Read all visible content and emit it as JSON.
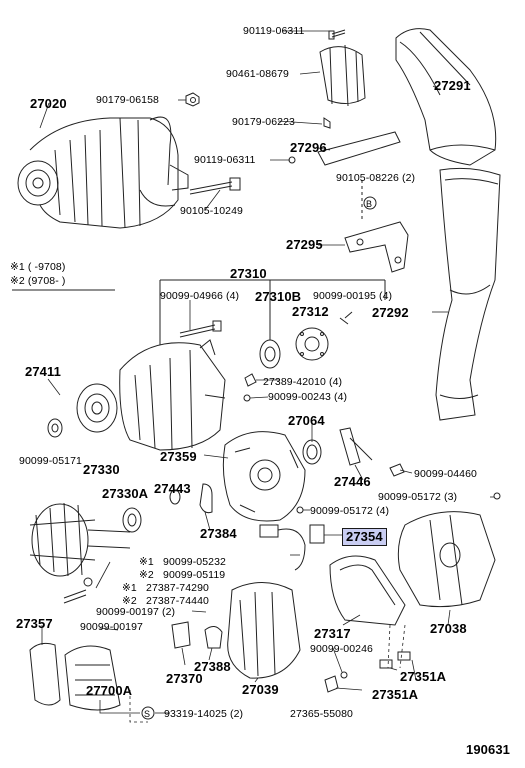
{
  "diagram": {
    "part_numbers": {
      "p90119_06311_top": "90119-06311",
      "p90461_08679": "90461-08679",
      "p27020": "27020",
      "p90179_06158": "90179-06158",
      "p27291": "27291",
      "p90179_06223": "90179-06223",
      "p27296": "27296",
      "p90119_06311_mid": "90119-06311",
      "p90105_08226": "90105-08226 (2)",
      "p90105_10249": "90105-10249",
      "p27295": "27295",
      "p27310": "27310",
      "p90099_04966": "90099-04966 (4)",
      "p27310b": "27310B",
      "p90099_00195": "90099-00195 (4)",
      "p27312": "27312",
      "p27292": "27292",
      "p27411": "27411",
      "p27389_42010": "27389-42010 (4)",
      "p90099_00243": "90099-00243 (4)",
      "p90099_05171": "90099-05171",
      "p27064": "27064",
      "p27359": "27359",
      "p90099_04460": "90099-04460",
      "p27330": "27330",
      "p27446": "27446",
      "p27330a": "27330A",
      "p27443": "27443",
      "p90099_05172_3": "90099-05172 (3)",
      "p90099_05172_4": "90099-05172 (4)",
      "p27354": "27354",
      "p27384": "27384",
      "p90099_05232": "90099-05232",
      "p90099_05119": "90099-05119",
      "p27387_74290": "27387-74290",
      "p27387_74440": "27387-74440",
      "p90099_00197_2": "90099-00197 (2)",
      "p27357": "27357",
      "p90099_00197": "90099-00197",
      "p27317": "27317",
      "p27038": "27038",
      "p90099_00246": "90099-00246",
      "p27370": "27370",
      "p27388": "27388",
      "p27039": "27039",
      "p27351a_r": "27351A",
      "p27351a_l": "27351A",
      "p27700a": "27700A",
      "p27365_55080": "27365-55080",
      "p93319_14025": "93319-14025 (2)"
    },
    "markers": {
      "m1": "※1",
      "m2": "※2",
      "circle_b": "B",
      "circle_s": "S"
    },
    "notes": {
      "note1": "※1 (      -9708)",
      "note2": "※2 (9708-      )"
    },
    "diagram_id": "190631",
    "highlight_color": "#c9cdf2"
  }
}
